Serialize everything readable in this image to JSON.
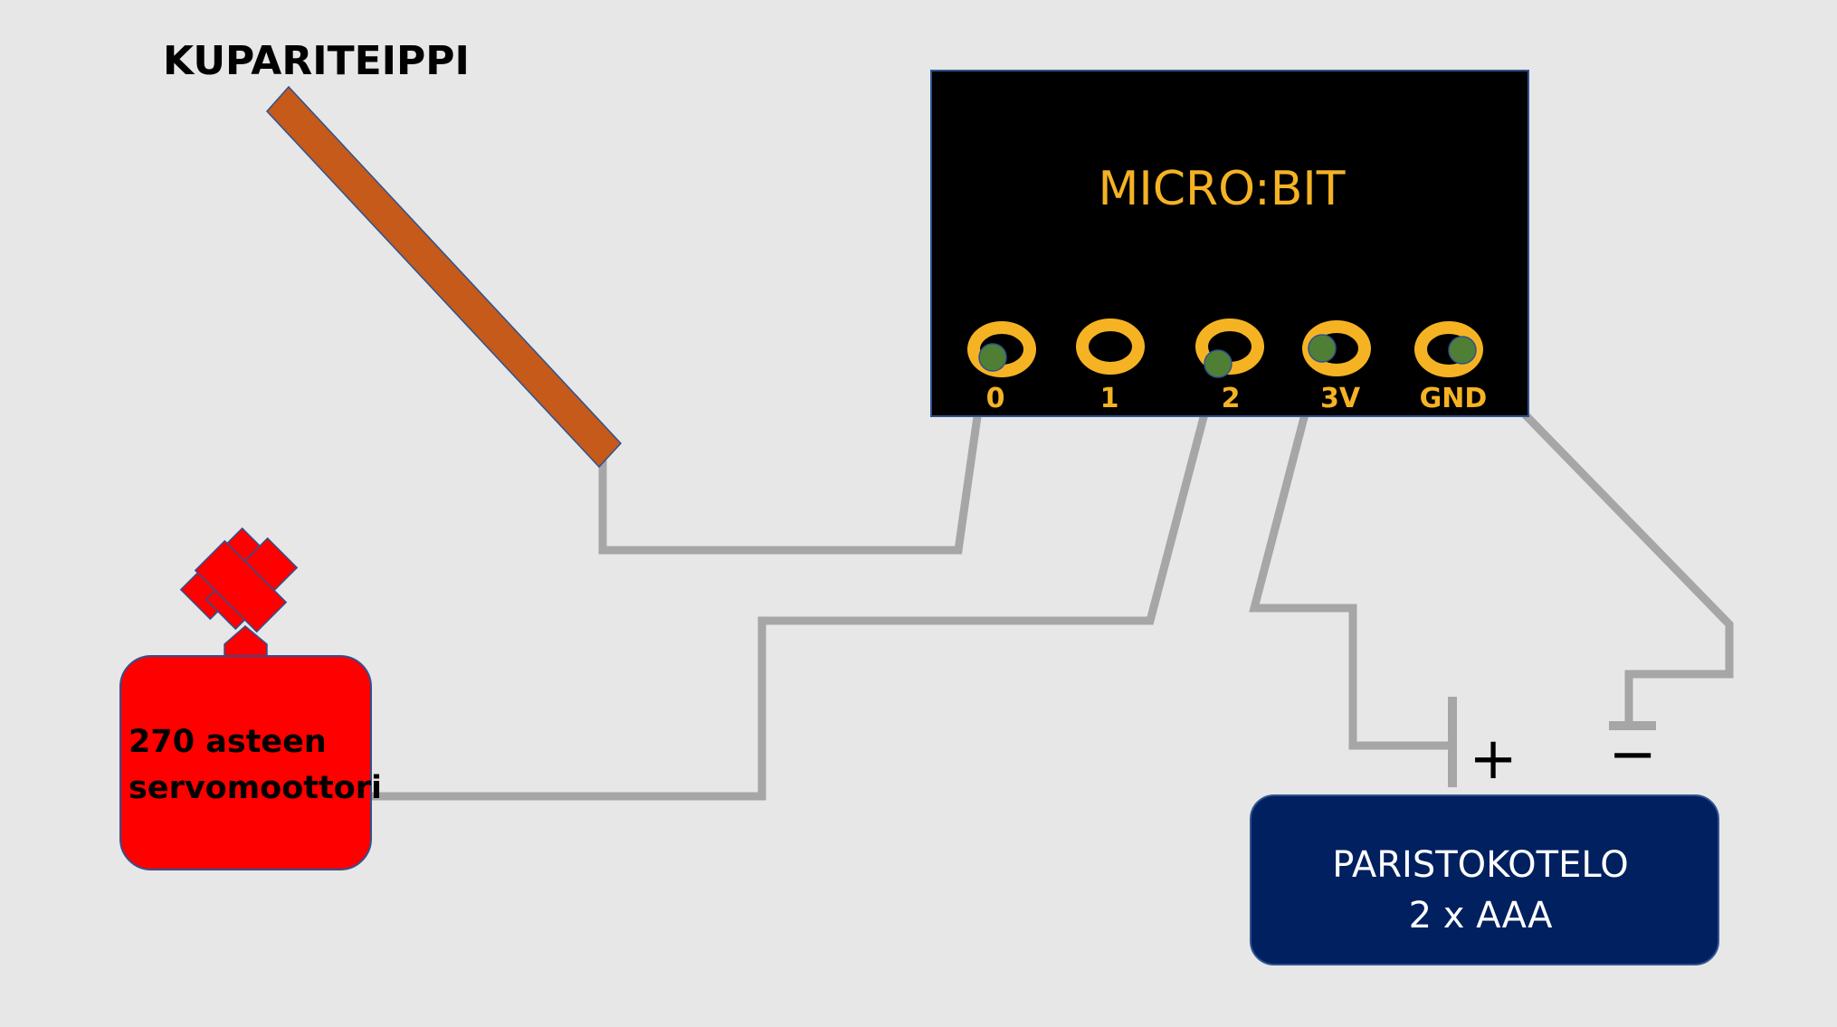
{
  "labels": {
    "copper_tape": "KUPARITEIPPI",
    "microbit": "MICRO:BIT",
    "servo_line1": "270 asteen",
    "servo_line2": "servomoottori",
    "battery_line1": "PARISTOKOTELO",
    "battery_line2": "2 x AAA",
    "plus": "+",
    "minus": "−"
  },
  "pins": [
    "0",
    "1",
    "2",
    "3V",
    "GND"
  ],
  "colors": {
    "background": "#e7e7e7",
    "copper": "#c55a1a",
    "microbit_board": "#000000",
    "microbit_text": "#f5b324",
    "pad_gold": "#f5b324",
    "contact_green": "#4f7f35",
    "wire": "#a6a6a6",
    "servo": "#ff0000",
    "battery_box": "#002060",
    "battery_text": "#ffffff"
  }
}
